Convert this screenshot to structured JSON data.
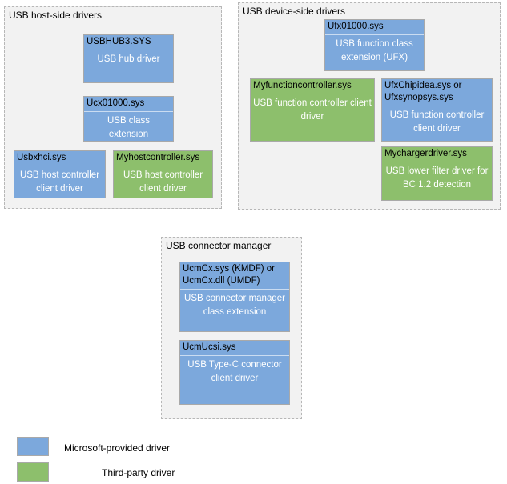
{
  "groups": {
    "host": {
      "title": "USB host-side drivers",
      "boxes": [
        {
          "name": "USBHUB3.SYS",
          "desc": "USB hub driver",
          "kind": "microsoft"
        },
        {
          "name": "Ucx01000.sys",
          "desc": "USB class extension",
          "kind": "microsoft"
        },
        {
          "name": "Usbxhci.sys",
          "desc": "USB host controller client driver",
          "kind": "microsoft"
        },
        {
          "name": "Myhostcontroller.sys",
          "desc": "USB host controller client driver",
          "kind": "third-party"
        }
      ]
    },
    "device": {
      "title": "USB device-side drivers",
      "boxes": [
        {
          "name": "Ufx01000.sys",
          "desc": "USB function class extension (UFX)",
          "kind": "microsoft"
        },
        {
          "name": "Myfunctioncontroller.sys",
          "desc": "USB function controller client driver",
          "kind": "third-party"
        },
        {
          "name": "UfxChipidea.sys or Ufxsynopsys.sys",
          "desc": "USB function controller client driver",
          "kind": "microsoft"
        },
        {
          "name": "Mychargerdriver.sys",
          "desc": "USB lower filter driver for BC 1.2 detection",
          "kind": "third-party"
        }
      ]
    },
    "connector": {
      "title": "USB connector manager",
      "boxes": [
        {
          "name": "UcmCx.sys (KMDF) or UcmCx.dll (UMDF)",
          "desc": "USB connector manager class extension",
          "kind": "microsoft"
        },
        {
          "name": "UcmUcsi.sys",
          "desc": "USB Type-C connector client driver",
          "kind": "microsoft"
        }
      ]
    }
  },
  "legend": {
    "microsoft": {
      "label": "Microsoft-provided driver",
      "color": "#7ca8dc"
    },
    "third_party": {
      "label": "Third-party driver",
      "color": "#8dbf6c"
    }
  }
}
